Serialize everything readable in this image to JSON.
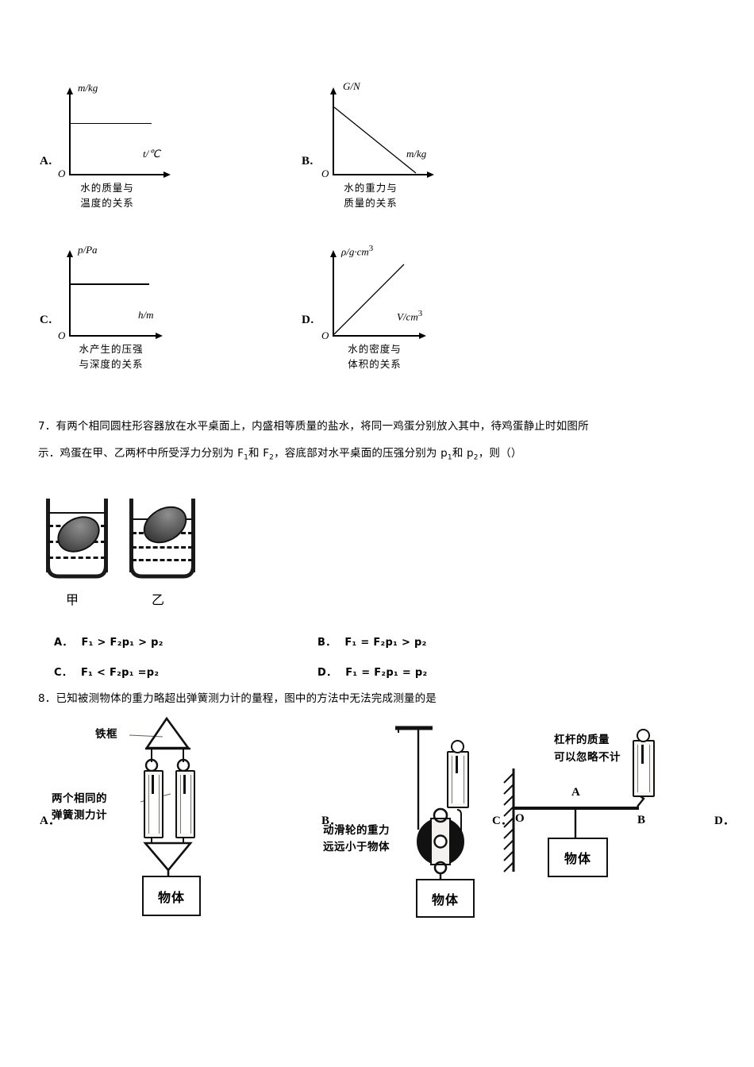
{
  "document": {
    "type": "physics-exam-page",
    "language": "zh-CN"
  },
  "question6_options": {
    "graphs": [
      {
        "letter": "A.",
        "y_axis": "m/kg",
        "x_axis": "t/℃",
        "origin": "O",
        "caption_line1": "水的质量与",
        "caption_line2": "温度的关系",
        "curve": "horizontal-constant"
      },
      {
        "letter": "B.",
        "y_axis": "G/N",
        "x_axis": "m/kg",
        "origin": "O",
        "caption_line1": "水的重力与",
        "caption_line2": "质量的关系",
        "curve": "decreasing-linear"
      },
      {
        "letter": "C.",
        "y_axis": "p/Pa",
        "x_axis": "h/m",
        "origin": "O",
        "caption_line1": "水产生的压强",
        "caption_line2": "与深度的关系",
        "curve": "horizontal-constant"
      },
      {
        "letter": "D.",
        "y_axis_main": "ρ/g·cm",
        "y_axis_sup": "3",
        "x_axis_main": "V/cm",
        "x_axis_sup": "3",
        "origin": "O",
        "caption_line1": "水的密度与",
        "caption_line2": "体积的关系",
        "curve": "increasing-linear-from-origin"
      }
    ]
  },
  "question7": {
    "stem_line1": "7．有两个相同圆柱形容器放在水平桌面上，内盛相等质量的盐水，将同一鸡蛋分别放入其中，待鸡蛋静止时如图所",
    "stem_line2_a": "示．鸡蛋在甲、乙两杯中所受浮力分别为 F",
    "stem_line2_b": "和 F",
    "stem_line2_c": "，容底部对水平桌面的压强分别为 p",
    "stem_line2_d": "和 p",
    "stem_line2_e": "，则（）",
    "sub1": "1",
    "sub2": "2",
    "beakers": [
      {
        "label": "甲",
        "egg_position": "submerged-mid"
      },
      {
        "label": "乙",
        "egg_position": "floating-higher"
      }
    ],
    "options": [
      {
        "letter": "A．",
        "text_parts": [
          "F",
          "1",
          " > F",
          "2",
          "p",
          "1",
          " > p",
          "2"
        ]
      },
      {
        "letter": "B．",
        "text_parts": [
          "F",
          "1",
          " = F",
          "2",
          "p",
          "1",
          " > p",
          "2"
        ]
      },
      {
        "letter": "C．",
        "text_parts": [
          "F",
          "1",
          " < F",
          "2",
          "p",
          "1",
          " =p",
          "2"
        ]
      },
      {
        "letter": "D．",
        "text_parts": [
          "F",
          "1",
          " = F",
          "2",
          "p",
          "1",
          " = p",
          "2"
        ]
      }
    ],
    "option_a_full": "F₁ > F₂p₁ > p₂",
    "option_b_full": "F₁ = F₂p₁ > p₂",
    "option_c_full": "F₁ < F₂p₁ =p₂",
    "option_d_full": "F₁ = F₂p₁ = p₂"
  },
  "question8": {
    "stem": "8．已知被测物体的重力略超出弹簧测力计的量程，图中的方法中无法完成测量的是",
    "figures": [
      {
        "letter": "A．",
        "annotation_top": "铁框",
        "annotation_left_line1": "两个相同的",
        "annotation_left_line2": "弹簧测力计",
        "object_label": "物体"
      },
      {
        "letter": "B．",
        "annotation_line1": "动滑轮的重力",
        "annotation_line2": "远远小于物体",
        "object_label": "物体"
      },
      {
        "letter": "C．",
        "annotation_line1": "杠杆的质量",
        "annotation_line2": "可以忽略不计",
        "point_o": "O",
        "point_a": "A",
        "point_b": "B",
        "object_label": "物体"
      },
      {
        "letter": "D．"
      }
    ]
  },
  "colors": {
    "ink": "#000000",
    "egg_dark": "#3a3a3a",
    "egg_light": "#b8b8b8",
    "pulley": "#111111",
    "scale_face": "#f6f5f1"
  }
}
